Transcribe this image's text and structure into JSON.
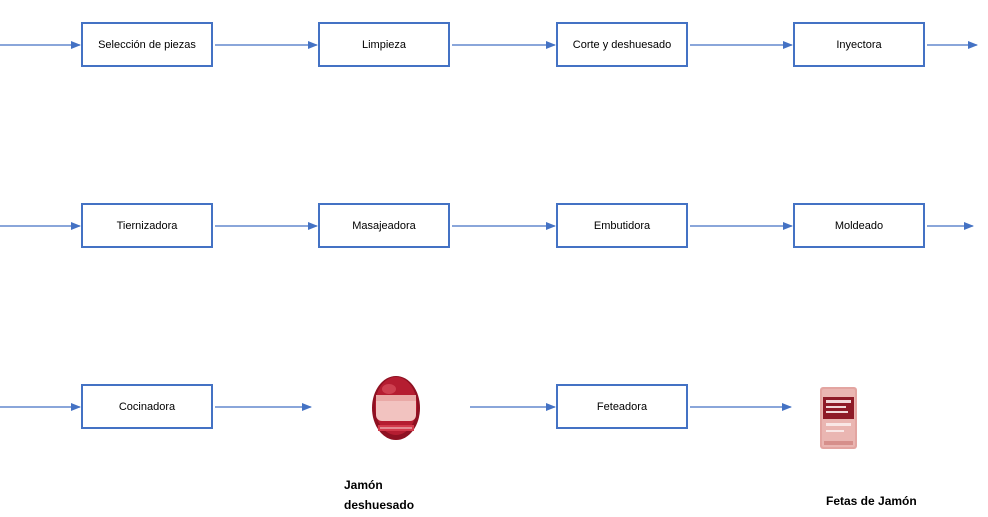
{
  "rows": [
    {
      "steps": [
        "Selección de piezas",
        "Limpieza",
        "Corte y deshuesado",
        "Inyectora"
      ]
    },
    {
      "steps": [
        "Tiernizadora",
        "Masajeadora",
        "Embutidora",
        "Moldeado"
      ]
    },
    {
      "steps": [
        "Cocinadora",
        "Feteadora"
      ]
    }
  ],
  "products": {
    "ham": {
      "label_line1": "Jamón",
      "label_line2": "deshuesado",
      "icon": "ham-icon"
    },
    "slices": {
      "label": "Fetas de Jamón",
      "icon": "ham-slices-package-icon"
    }
  },
  "colors": {
    "arrow": "#4472c4",
    "box_border": "#4472c4",
    "ham": "#a3162a",
    "package": "#e8a7a3"
  }
}
